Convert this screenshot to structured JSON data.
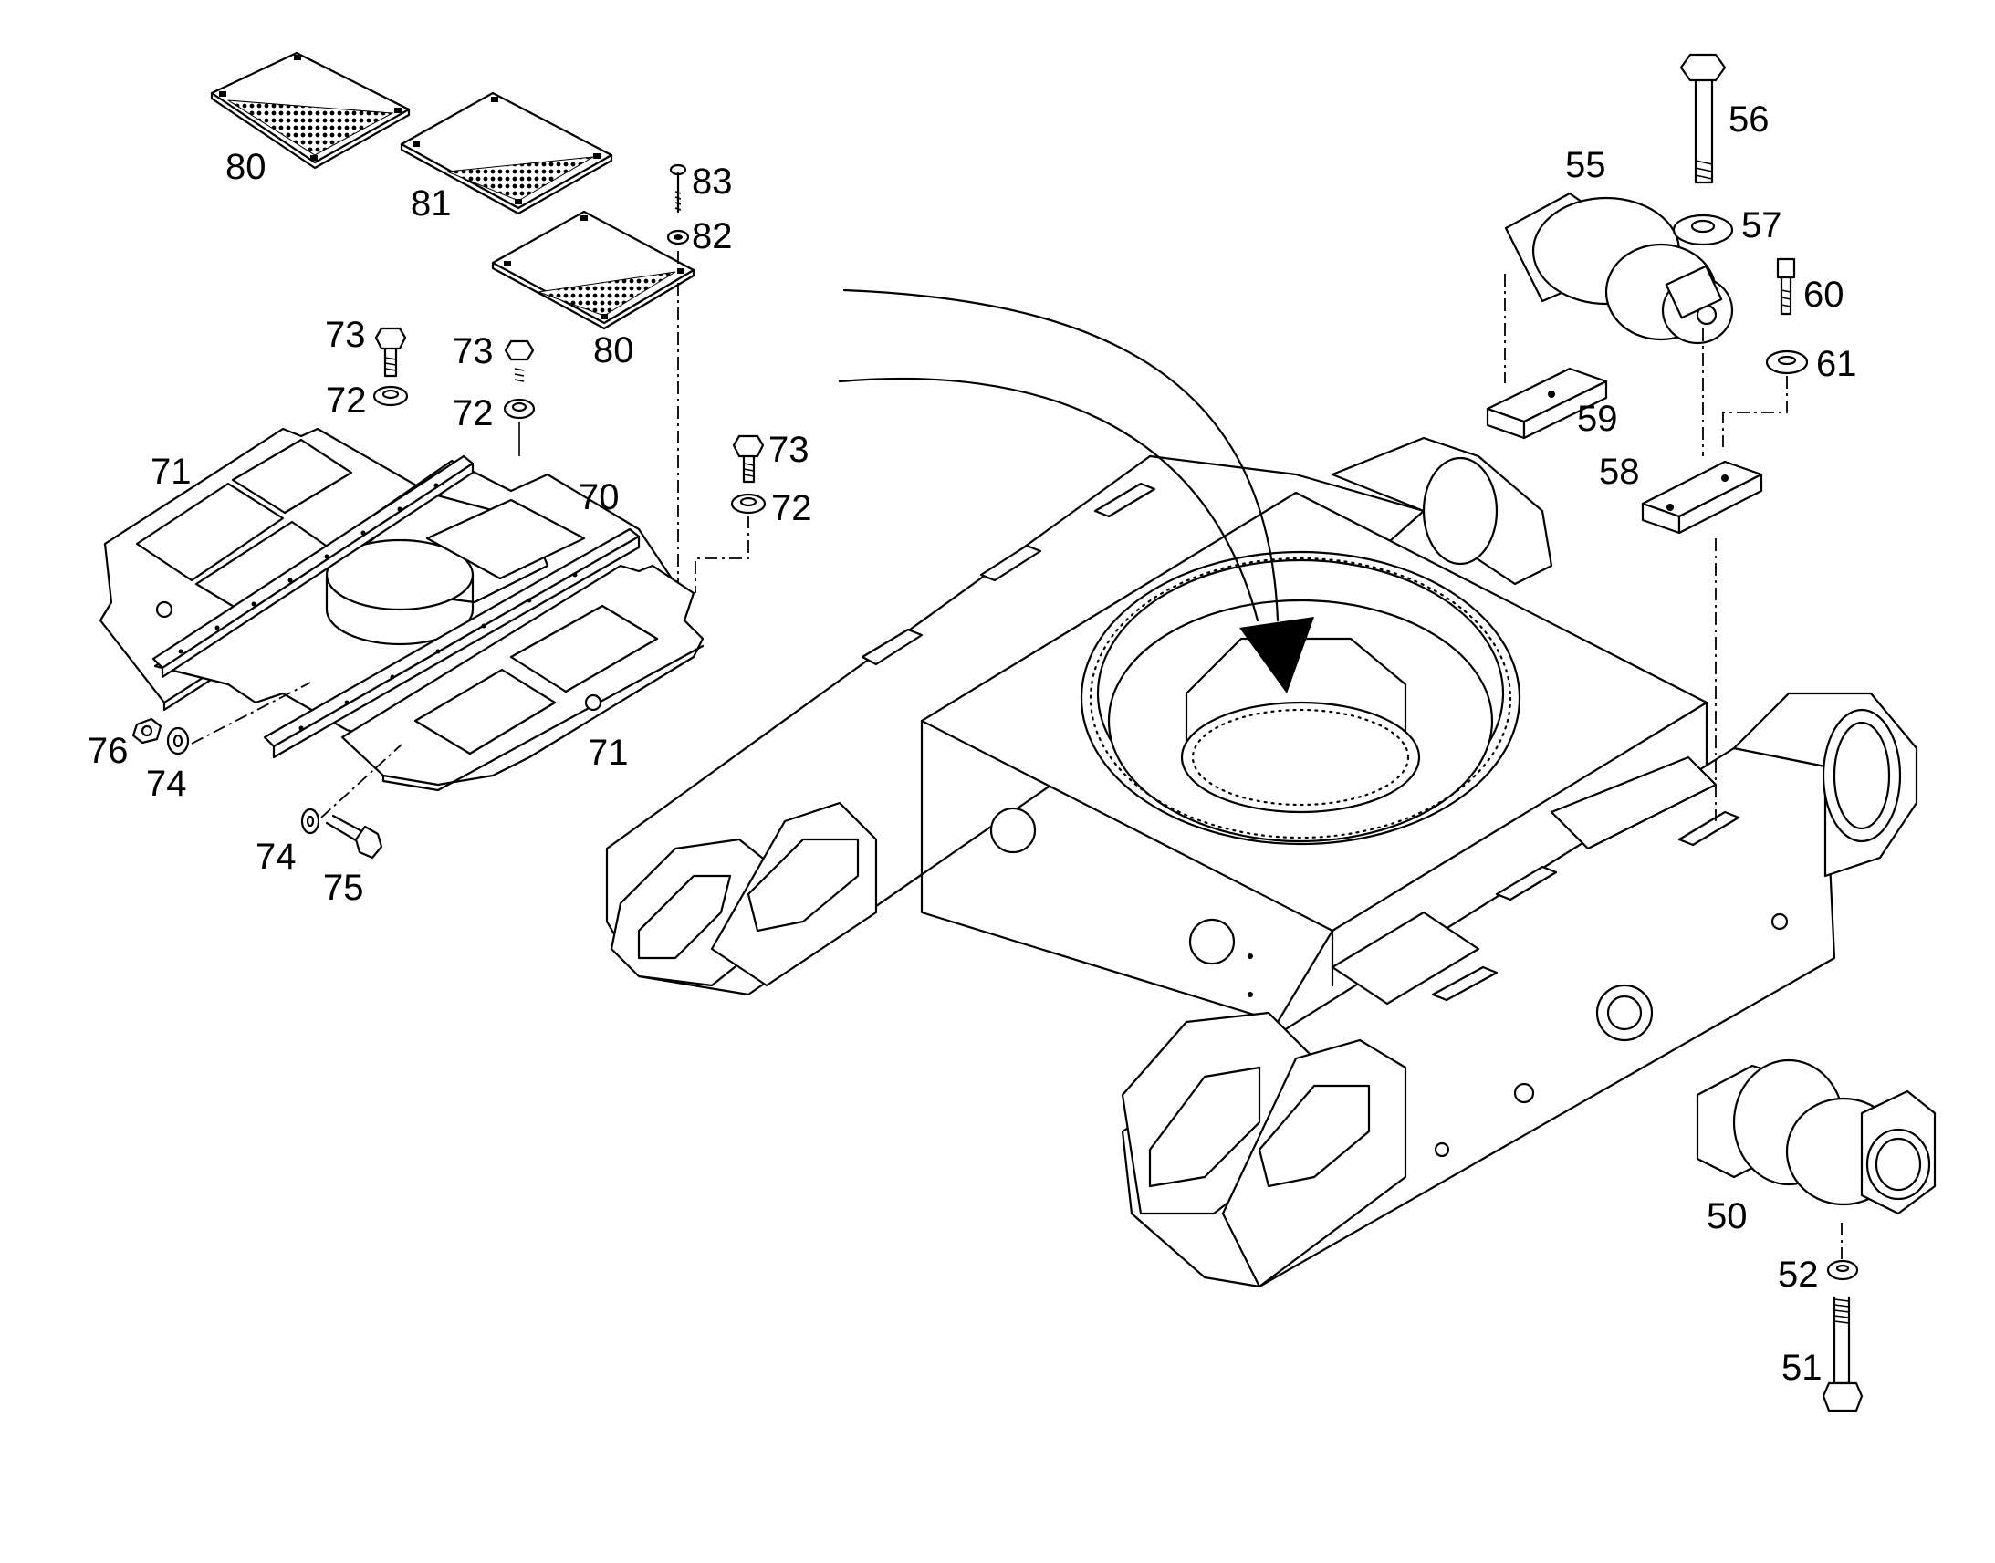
{
  "callouts": [
    {
      "id": "c80a",
      "text": "80"
    },
    {
      "id": "c81",
      "text": "81"
    },
    {
      "id": "c83",
      "text": "83"
    },
    {
      "id": "c82",
      "text": "82"
    },
    {
      "id": "c80b",
      "text": "80"
    },
    {
      "id": "c73a",
      "text": "73"
    },
    {
      "id": "c72a",
      "text": "72"
    },
    {
      "id": "c73b",
      "text": "73"
    },
    {
      "id": "c72b",
      "text": "72"
    },
    {
      "id": "c71a",
      "text": "71"
    },
    {
      "id": "c70",
      "text": "70"
    },
    {
      "id": "c73c",
      "text": "73"
    },
    {
      "id": "c72c",
      "text": "72"
    },
    {
      "id": "c76",
      "text": "76"
    },
    {
      "id": "c74a",
      "text": "74"
    },
    {
      "id": "c71b",
      "text": "71"
    },
    {
      "id": "c74b",
      "text": "74"
    },
    {
      "id": "c75",
      "text": "75"
    },
    {
      "id": "c56",
      "text": "56"
    },
    {
      "id": "c55",
      "text": "55"
    },
    {
      "id": "c57",
      "text": "57"
    },
    {
      "id": "c60",
      "text": "60"
    },
    {
      "id": "c61",
      "text": "61"
    },
    {
      "id": "c59",
      "text": "59"
    },
    {
      "id": "c58",
      "text": "58"
    },
    {
      "id": "c50",
      "text": "50"
    },
    {
      "id": "c52",
      "text": "52"
    },
    {
      "id": "c51",
      "text": "51"
    }
  ]
}
